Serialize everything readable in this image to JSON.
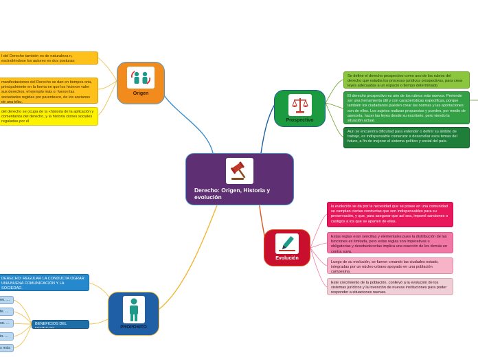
{
  "central": {
    "title": "Derecho: Origen, Historia y evolución",
    "icon": "gavel-icon"
  },
  "topics": {
    "origen": {
      "label": "Origen",
      "icon": "people-icon",
      "color": "#f28b1e"
    },
    "prospectivo": {
      "label": "Prospectivo",
      "icon": "scales-icon",
      "color": "#1b9a3f"
    },
    "evolucion": {
      "label": "Evolución",
      "icon": "pen-icon",
      "color": "#c8102e"
    },
    "proposito": {
      "label": "PROPOSITO",
      "icon": "person-icon",
      "color": "#1f5fa6"
    }
  },
  "origen_notes": [
    "l del Derecho también es de naturaleza n, escindiéndose los autores en dos posturas:",
    "manifestaciones del Derecho se dan en tiempos oria, principalmente en la forma en que los hicieron valer sus derechos, el ejemplo más o: fueron las sociedades regidas por parentesco, de los ancianos de una tribu.",
    "del derecho se ocupa de la «historia de la aplicación y comentarios del derecho, y la historia ciones sociales reguladas por él"
  ],
  "prospectivo_notes": [
    "Se define el derecho prospectivo como uno de los rubros del derecho que estudia los procesos jurídicos prospectivos, para crear leyes adecuadas a un espacio o tiempo determinado.",
    "El derecho prospectivo es uno de los rubros más nuevos. Pretende ser una herramienta útil y con características específicas, porque también los ciudadanos pueden crear las normas y las aportaciones son de ellos. Los sujetos realizan propuestas y pueden, por medio de asesoría, hacer las leyes desde su escritorio, pero viendo la situación actual.",
    "Aun se encuentra dificultad para entender o definir su ámbito de trabajo, es indispensable comenzar a desarrollar esos temas del futuro, a fin de mejorar el sistema político y social del país."
  ],
  "evolucion_notes": [
    "la evolución se da por la necesidad que se posee en una comunidad se cumplan ciertas conductas que son indispensables para su preservación, y que, para asegurar que así sea, imponé sanciones o castigos a los que se aparten de ellas.",
    "Estas reglas eran sencillas y elementales pues la distribución de las funciones es limitada, pero estas reglas son imperativas u obligatorias y desobedecerlas implica una reacción de los demás en contra suya.",
    "Luego de su evolución, se fueron creando las ciudades estado, integradas por un núcleo urbano apoyado en una población campesina",
    "Este crecimiento de la población, conllevó a la evolución de los sistemas jurídicos y la invención de nuevas instituciones para poder responder a situaciones nuevas."
  ],
  "proposito": {
    "main_note": "DERECHO: REGULAR LA CONDUCTA OGRAR UNA BUENA COMUNICACIÓN Y LA SOCIEDAD.",
    "beneficios_label": "BENEFICIOS DEL DERECHO",
    "items": [
      "no. ...",
      "fe. ...",
      "so. ...",
      "io. ...",
      "s más"
    ]
  }
}
